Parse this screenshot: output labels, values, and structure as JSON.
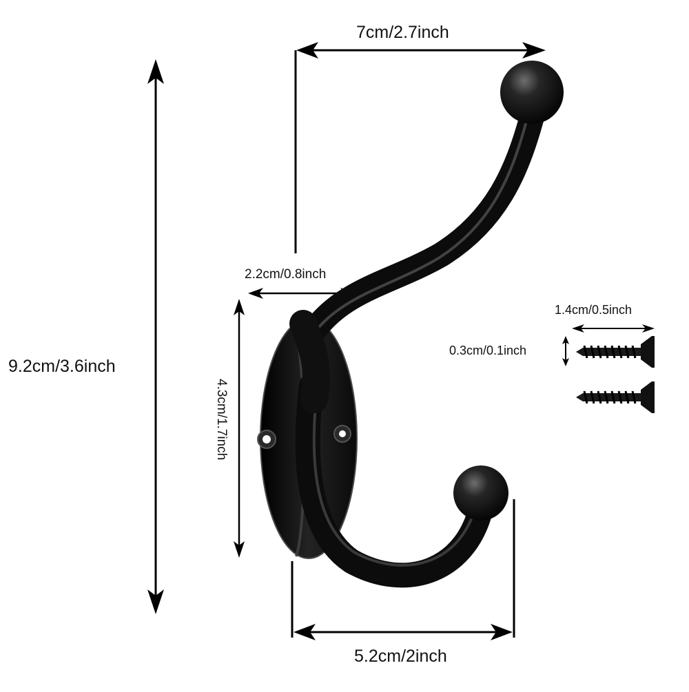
{
  "dimensions": {
    "total_height": "9.2cm/3.6inch",
    "top_width": "7cm/2.7inch",
    "upper_reach": "2.2cm/0.8inch",
    "plate_height": "4.3cm/1.7inch",
    "bottom_width": "5.2cm/2inch",
    "screw_length": "1.4cm/0.5inch",
    "screw_diameter": "0.3cm/0.1inch"
  },
  "colors": {
    "hook_metal": "#141414",
    "hook_highlight": "#5a5a5a",
    "line": "#000000",
    "background": "#ffffff"
  },
  "icons": {
    "arrowheads": "arrow-head-icon",
    "hook": "coat-hook-icon",
    "screw": "wood-screw-icon"
  }
}
